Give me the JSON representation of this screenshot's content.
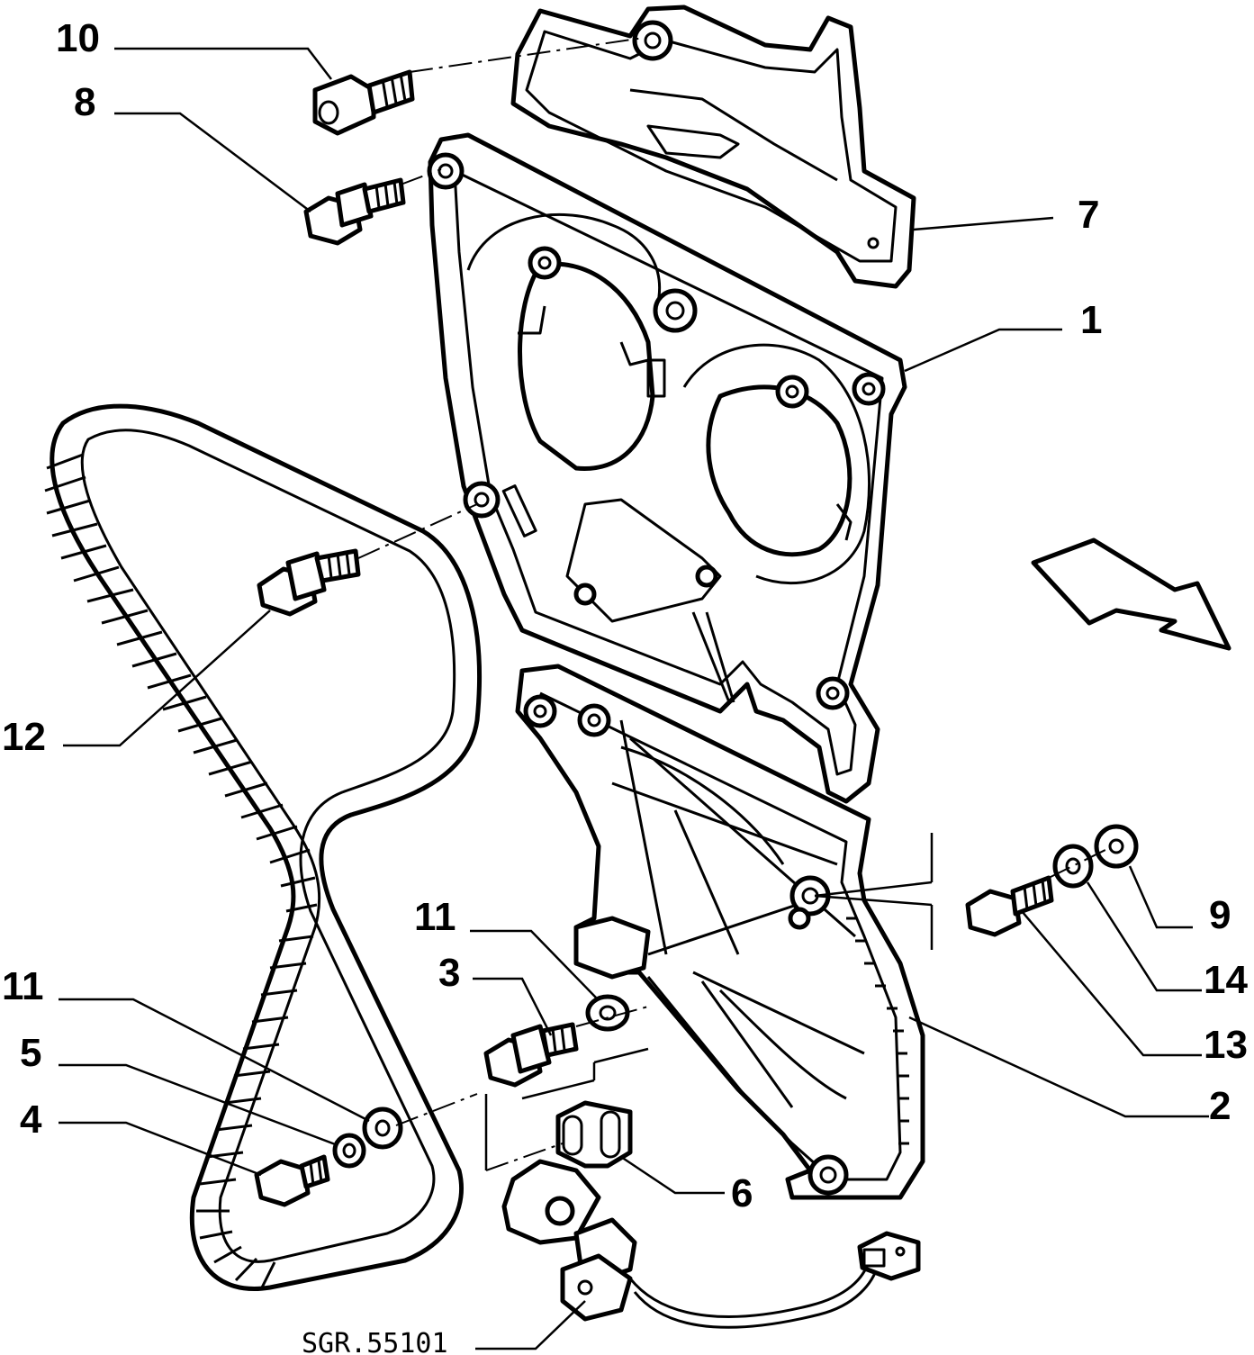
{
  "drawing_code": "SGR.55101",
  "callouts": [
    "10",
    "8",
    "7",
    "1",
    "12",
    "11",
    "3",
    "11",
    "5",
    "4",
    "6",
    "2",
    "9",
    "14",
    "13"
  ]
}
